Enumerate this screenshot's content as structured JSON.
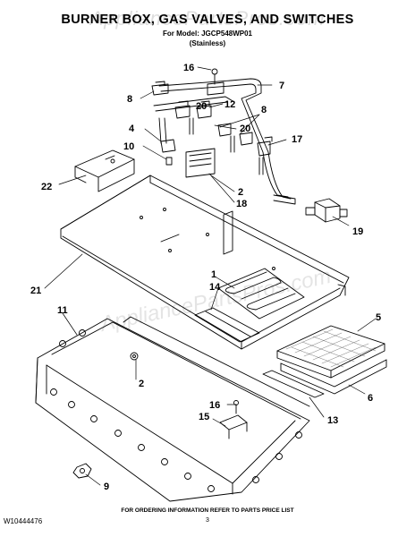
{
  "header": {
    "title": "BURNER BOX, GAS VALVES, AND SWITCHES",
    "model_line": "For Model: JGCP548WP01",
    "finish": "(Stainless)"
  },
  "watermark": {
    "text": "AppliancePartsPros.com"
  },
  "callouts": {
    "c16a": "16",
    "c7": "7",
    "c8a": "8",
    "c20a": "20",
    "c12": "12",
    "c8b": "8",
    "c4": "4",
    "c20b": "20",
    "c17": "17",
    "c10": "10",
    "c22": "22",
    "c2a": "2",
    "c18": "18",
    "c19": "19",
    "c1": "1",
    "c14": "14",
    "c21": "21",
    "c5": "5",
    "c11": "11",
    "c2b": "2",
    "c6": "6",
    "c16b": "16",
    "c15": "15",
    "c13": "13",
    "c9": "9"
  },
  "footer": {
    "doc_number": "W10444476",
    "ordering_note": "FOR ORDERING INFORMATION REFER TO PARTS PRICE LIST",
    "page": "3"
  }
}
